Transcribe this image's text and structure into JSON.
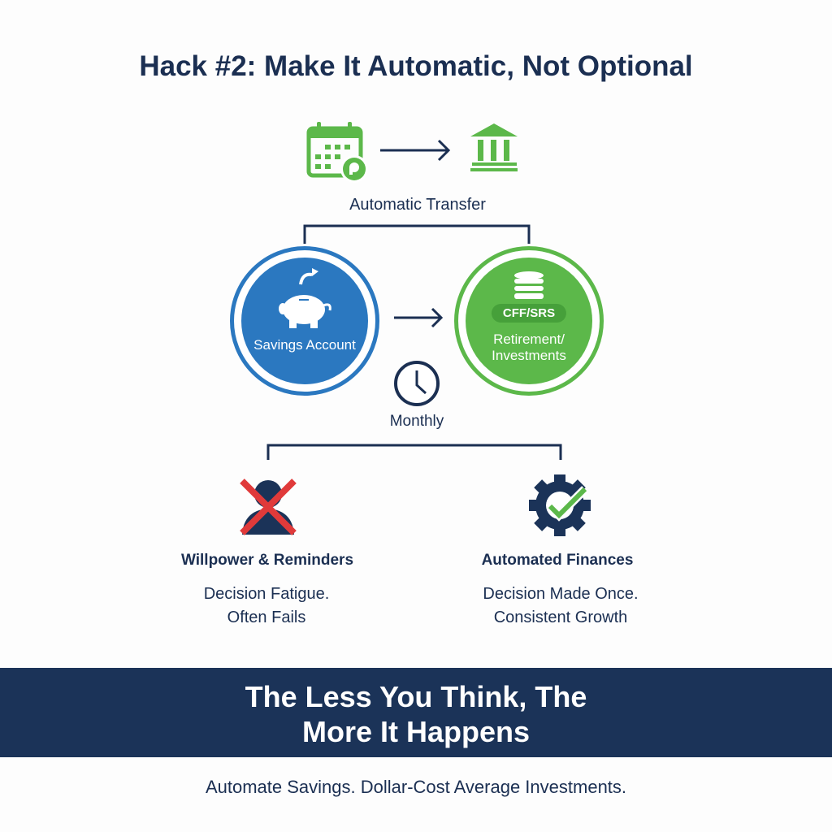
{
  "title": "Hack #2: Make It Automatic, Not Optional",
  "top_flow": {
    "label": "Automatic Transfer"
  },
  "nodes": {
    "savings": {
      "label": "Savings Account"
    },
    "retirement": {
      "badge": "CFF/SRS",
      "label_line1": "Retirement/",
      "label_line2": "Investments"
    }
  },
  "frequency": {
    "label": "Monthly"
  },
  "comparison": [
    {
      "heading": "Willpower & Reminders",
      "line1": "Decision Fatigue.",
      "line2": "Often Fails"
    },
    {
      "heading": "Automated Finances",
      "line1": "Decision Made Once.",
      "line2": "Consistent Growth"
    }
  ],
  "banner": {
    "line1": "The Less You Think, The",
    "line2": "More It Happens"
  },
  "footer": "Automate Savings. Dollar-Cost Average Investments.",
  "colors": {
    "navy": "#1b3358",
    "blue": "#2b78c0",
    "green": "#5cb84a",
    "red": "#e03a3a"
  }
}
